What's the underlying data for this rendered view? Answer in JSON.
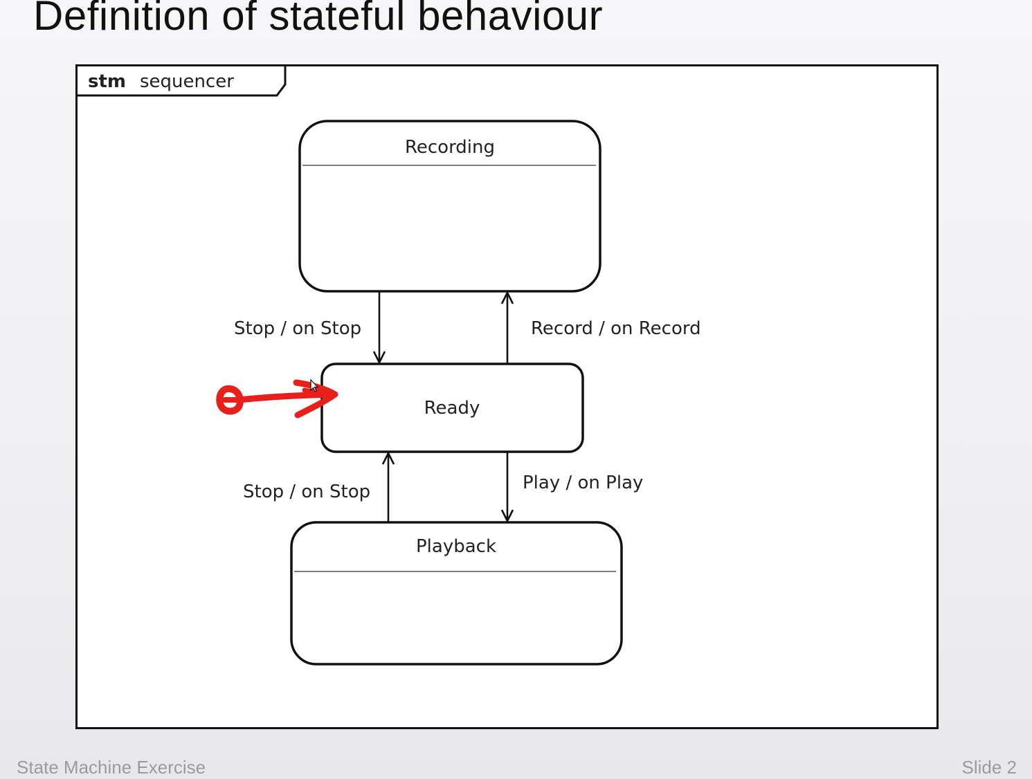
{
  "slide": {
    "title": "Definition of stateful behaviour",
    "footer_left": "State Machine Exercise",
    "footer_right": "Slide 2"
  },
  "diagram": {
    "frame_keyword": "stm",
    "frame_name": "sequencer",
    "states": {
      "recording": "Recording",
      "ready": "Ready",
      "playback": "Playback"
    },
    "transitions": {
      "recording_to_ready": "Stop / on Stop",
      "ready_to_recording": "Record / on Record",
      "playback_to_ready": "Stop / on Stop",
      "ready_to_playback": "Play / on Play"
    },
    "annotation_color": "#e8201c"
  }
}
